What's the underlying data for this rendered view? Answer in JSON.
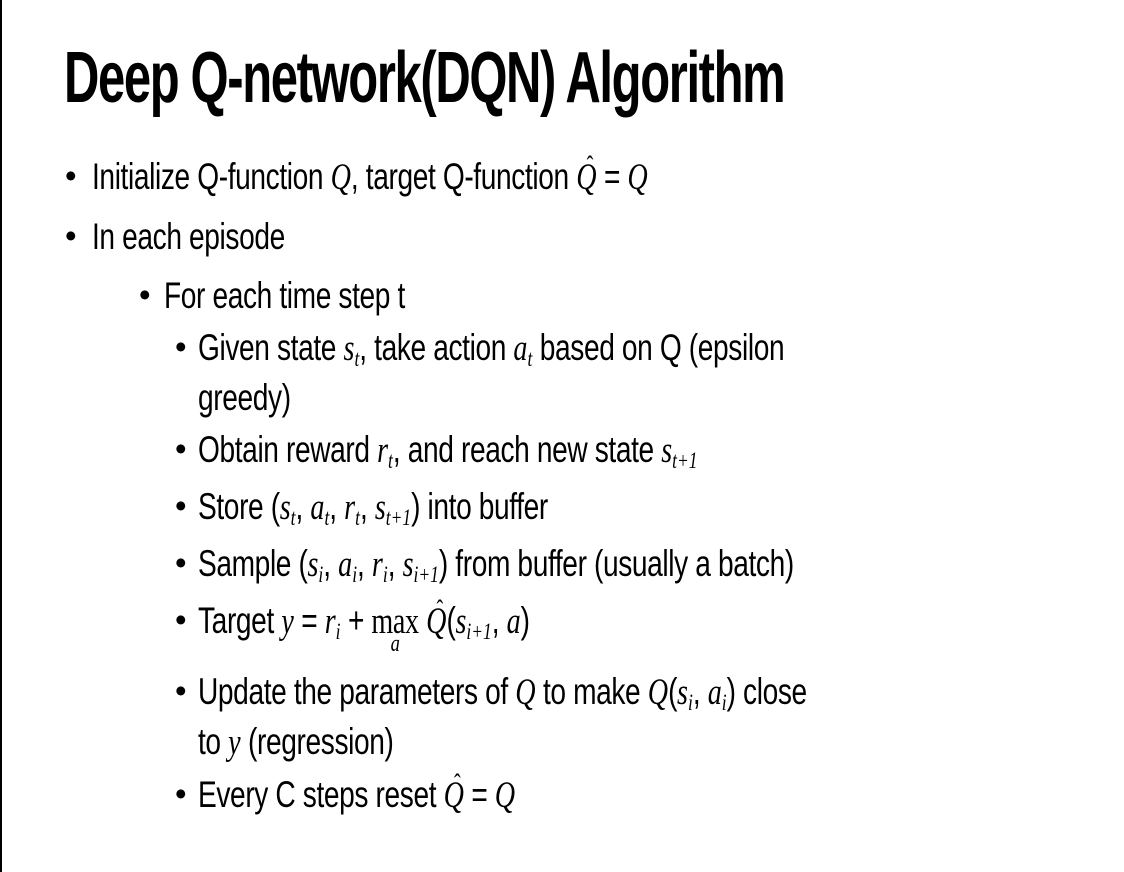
{
  "slide": {
    "title": "Deep Q-network(DQN) Algorithm",
    "bullet_glyph": "•",
    "hat_glyph": "ˆ",
    "bullets": [
      {
        "level": 1,
        "segments": [
          {
            "t": "text",
            "v": "Initialize Q-function "
          },
          {
            "t": "math",
            "v": "Q"
          },
          {
            "t": "text",
            "v": ", target Q-function "
          },
          {
            "t": "hat",
            "v": "Q"
          },
          {
            "t": "text",
            "v": " = "
          },
          {
            "t": "math",
            "v": "Q"
          }
        ]
      },
      {
        "level": 1,
        "segments": [
          {
            "t": "text",
            "v": "In each episode"
          }
        ]
      },
      {
        "level": 2,
        "segments": [
          {
            "t": "text",
            "v": "For each time step t"
          }
        ]
      },
      {
        "level": 3,
        "segments": [
          {
            "t": "text",
            "v": "Given state "
          },
          {
            "t": "msub",
            "v": "s",
            "sub": "t"
          },
          {
            "t": "text",
            "v": ", take action "
          },
          {
            "t": "msub",
            "v": "a",
            "sub": "t"
          },
          {
            "t": "text",
            "v": " based on Q (epsilon"
          },
          {
            "t": "br"
          },
          {
            "t": "text",
            "v": "greedy)"
          }
        ]
      },
      {
        "level": 3,
        "segments": [
          {
            "t": "text",
            "v": "Obtain reward "
          },
          {
            "t": "msub",
            "v": "r",
            "sub": "t"
          },
          {
            "t": "text",
            "v": ", and reach new state "
          },
          {
            "t": "msub",
            "v": "s",
            "sub": "t+1"
          }
        ]
      },
      {
        "level": 3,
        "segments": [
          {
            "t": "text",
            "v": "Store ("
          },
          {
            "t": "msub",
            "v": "s",
            "sub": "t"
          },
          {
            "t": "text",
            "v": ", "
          },
          {
            "t": "msub",
            "v": "a",
            "sub": "t"
          },
          {
            "t": "text",
            "v": ", "
          },
          {
            "t": "msub",
            "v": "r",
            "sub": "t"
          },
          {
            "t": "text",
            "v": ", "
          },
          {
            "t": "msub",
            "v": "s",
            "sub": "t+1"
          },
          {
            "t": "text",
            "v": ") into buffer"
          }
        ]
      },
      {
        "level": 3,
        "segments": [
          {
            "t": "text",
            "v": "Sample ("
          },
          {
            "t": "msub",
            "v": "s",
            "sub": "i"
          },
          {
            "t": "text",
            "v": ", "
          },
          {
            "t": "msub",
            "v": "a",
            "sub": "i"
          },
          {
            "t": "text",
            "v": ", "
          },
          {
            "t": "msub",
            "v": "r",
            "sub": "i"
          },
          {
            "t": "text",
            "v": ", "
          },
          {
            "t": "msub",
            "v": "s",
            "sub": "i+1"
          },
          {
            "t": "text",
            "v": ") from buffer (usually a batch)"
          }
        ]
      },
      {
        "level": 3,
        "segments": [
          {
            "t": "text",
            "v": "Target "
          },
          {
            "t": "math",
            "v": "y"
          },
          {
            "t": "text",
            "v": " = "
          },
          {
            "t": "msub",
            "v": "r",
            "sub": "i"
          },
          {
            "t": "text",
            "v": " + "
          },
          {
            "t": "underop",
            "v": "max",
            "under": "a"
          },
          {
            "t": "text",
            "v": " "
          },
          {
            "t": "hat",
            "v": "Q"
          },
          {
            "t": "text",
            "v": "("
          },
          {
            "t": "msub",
            "v": "s",
            "sub": "i+1"
          },
          {
            "t": "text",
            "v": ", "
          },
          {
            "t": "math",
            "v": "a"
          },
          {
            "t": "text",
            "v": ")"
          }
        ]
      },
      {
        "level": 3,
        "segments": [
          {
            "t": "text",
            "v": "Update the parameters of "
          },
          {
            "t": "math",
            "v": "Q"
          },
          {
            "t": "text",
            "v": " to make "
          },
          {
            "t": "math",
            "v": "Q"
          },
          {
            "t": "text",
            "v": "("
          },
          {
            "t": "msub",
            "v": "s",
            "sub": "i"
          },
          {
            "t": "text",
            "v": ", "
          },
          {
            "t": "msub",
            "v": "a",
            "sub": "i"
          },
          {
            "t": "text",
            "v": ") close"
          },
          {
            "t": "br"
          },
          {
            "t": "text",
            "v": "to "
          },
          {
            "t": "math",
            "v": "y"
          },
          {
            "t": "text",
            "v": " (regression)"
          }
        ]
      },
      {
        "level": 3,
        "segments": [
          {
            "t": "text",
            "v": "Every C steps reset "
          },
          {
            "t": "hat",
            "v": "Q"
          },
          {
            "t": "text",
            "v": " = "
          },
          {
            "t": "math",
            "v": "Q"
          }
        ]
      }
    ]
  },
  "colors": {
    "text": "#000000",
    "background": "#ffffff",
    "edge_line": "#000000"
  }
}
